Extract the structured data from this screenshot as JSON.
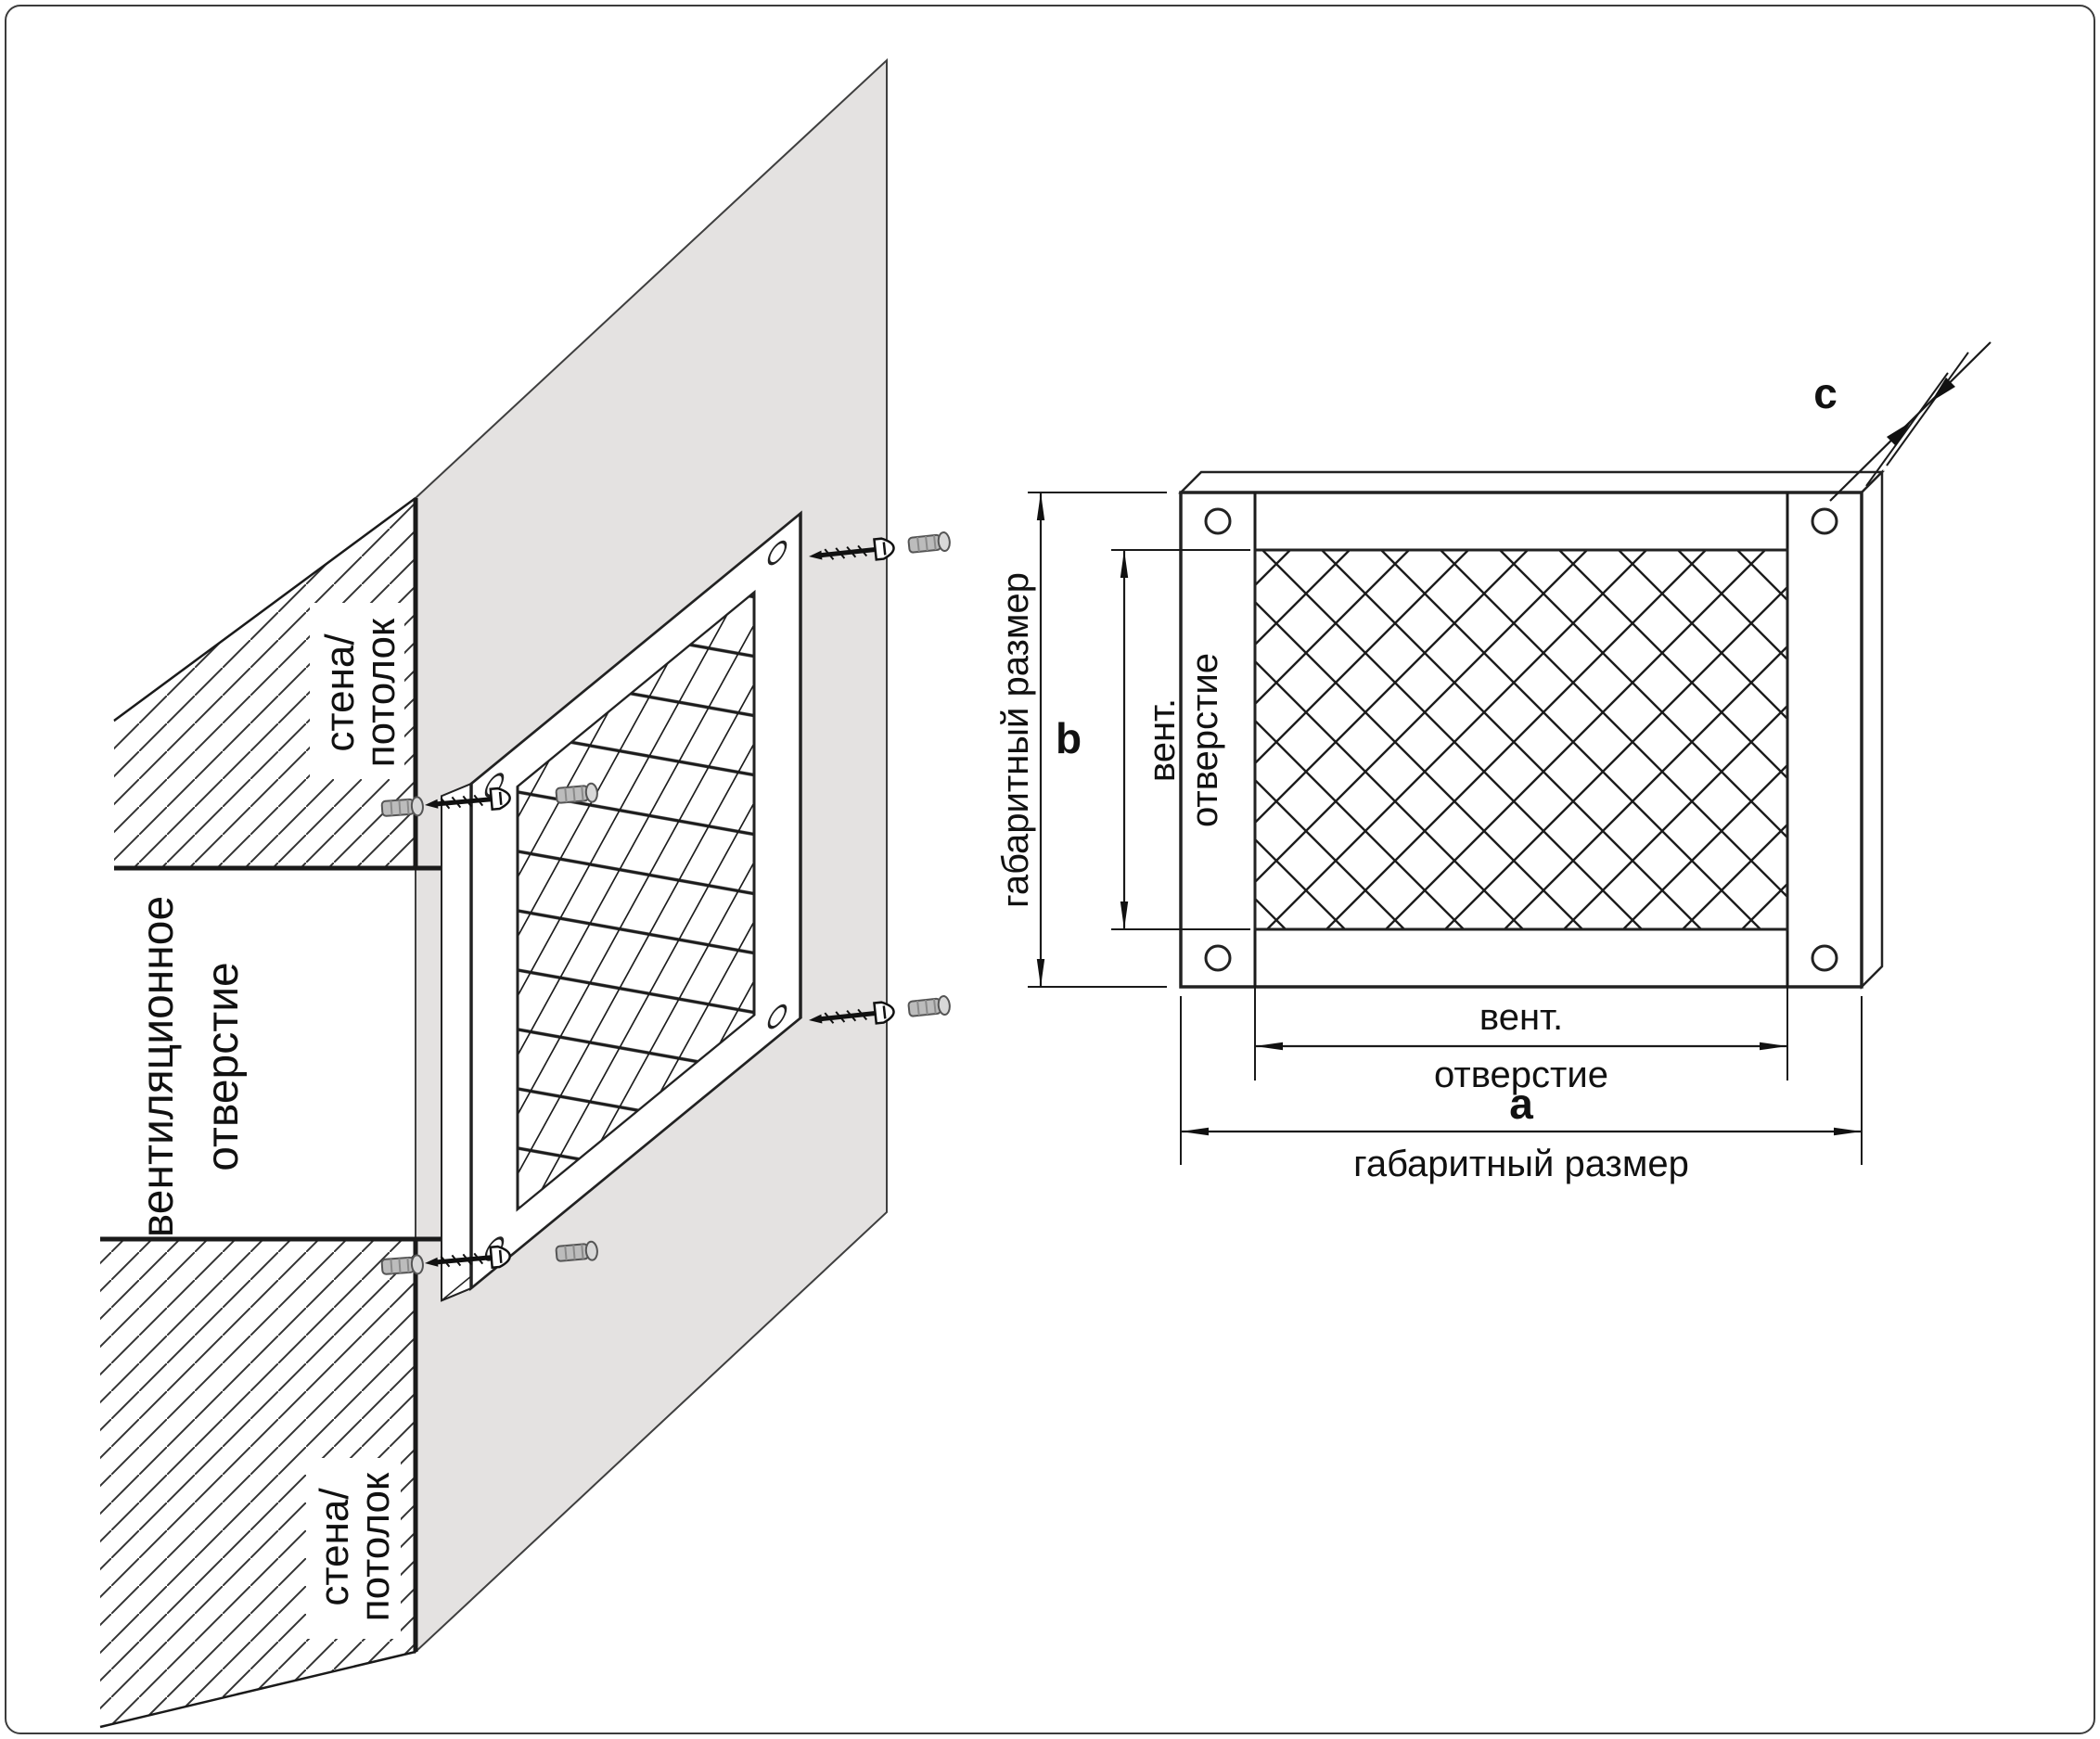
{
  "labels": {
    "wall_top": [
      "стена/",
      "потолок"
    ],
    "wall_bottom": [
      "стена/",
      "потолок"
    ],
    "opening": [
      "вентиляционное",
      "отверстие"
    ],
    "dims": {
      "b_letter": "b",
      "b_caption": "габаритный размер",
      "a_letter": "a",
      "a_caption": "габаритный размер",
      "c_letter": "c",
      "vent_vertical": [
        "вент.",
        "отверстие"
      ],
      "vent_horizontal": [
        "вент.",
        "отверстие"
      ]
    }
  },
  "colors": {
    "wall_fill": "#e4e2e1",
    "line": "#1a1a1a",
    "dowel_fill": "#bcbcbc"
  }
}
